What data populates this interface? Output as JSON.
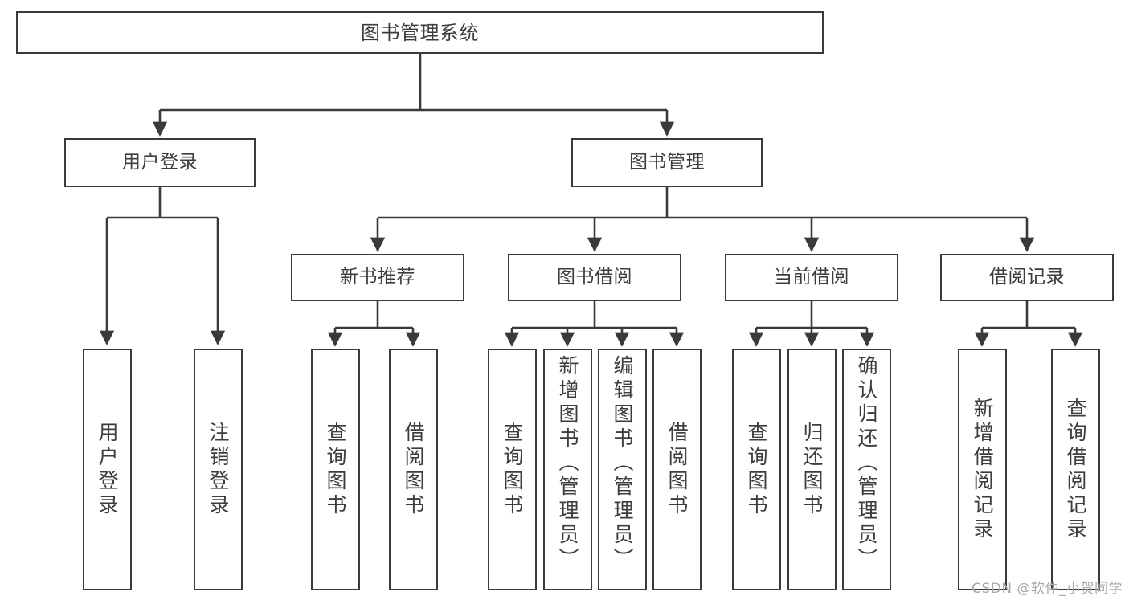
{
  "diagram": {
    "title": "图书管理系统",
    "type": "tree-hierarchy",
    "colors": {
      "stroke": "#3a3a3a",
      "fill": "#ffffff",
      "text": "#3d3d3d",
      "watermark": "#a9a9a9"
    },
    "root": {
      "label": "图书管理系统"
    },
    "level2": [
      {
        "label": "用户登录"
      },
      {
        "label": "图书管理"
      }
    ],
    "level3": [
      {
        "label": "新书推荐"
      },
      {
        "label": "图书借阅"
      },
      {
        "label": "当前借阅"
      },
      {
        "label": "借阅记录"
      }
    ],
    "leaves": {
      "user_login": [
        {
          "label": "用户登录"
        },
        {
          "label": "注销登录"
        }
      ],
      "new_book_recommend": [
        {
          "label": "查询图书"
        },
        {
          "label": "借阅图书"
        }
      ],
      "book_borrow": [
        {
          "label": "查询图书"
        },
        {
          "label": "新增图书（管理员）"
        },
        {
          "label": "编辑图书（管理员）"
        },
        {
          "label": "借阅图书"
        }
      ],
      "current_borrow": [
        {
          "label": "查询图书"
        },
        {
          "label": "归还图书"
        },
        {
          "label": "确认归还（管理员）"
        }
      ],
      "borrow_record": [
        {
          "label": "新增借阅记录"
        },
        {
          "label": "查询借阅记录"
        }
      ]
    }
  },
  "watermark": {
    "text": "CSDN @软件_小贺同学"
  }
}
